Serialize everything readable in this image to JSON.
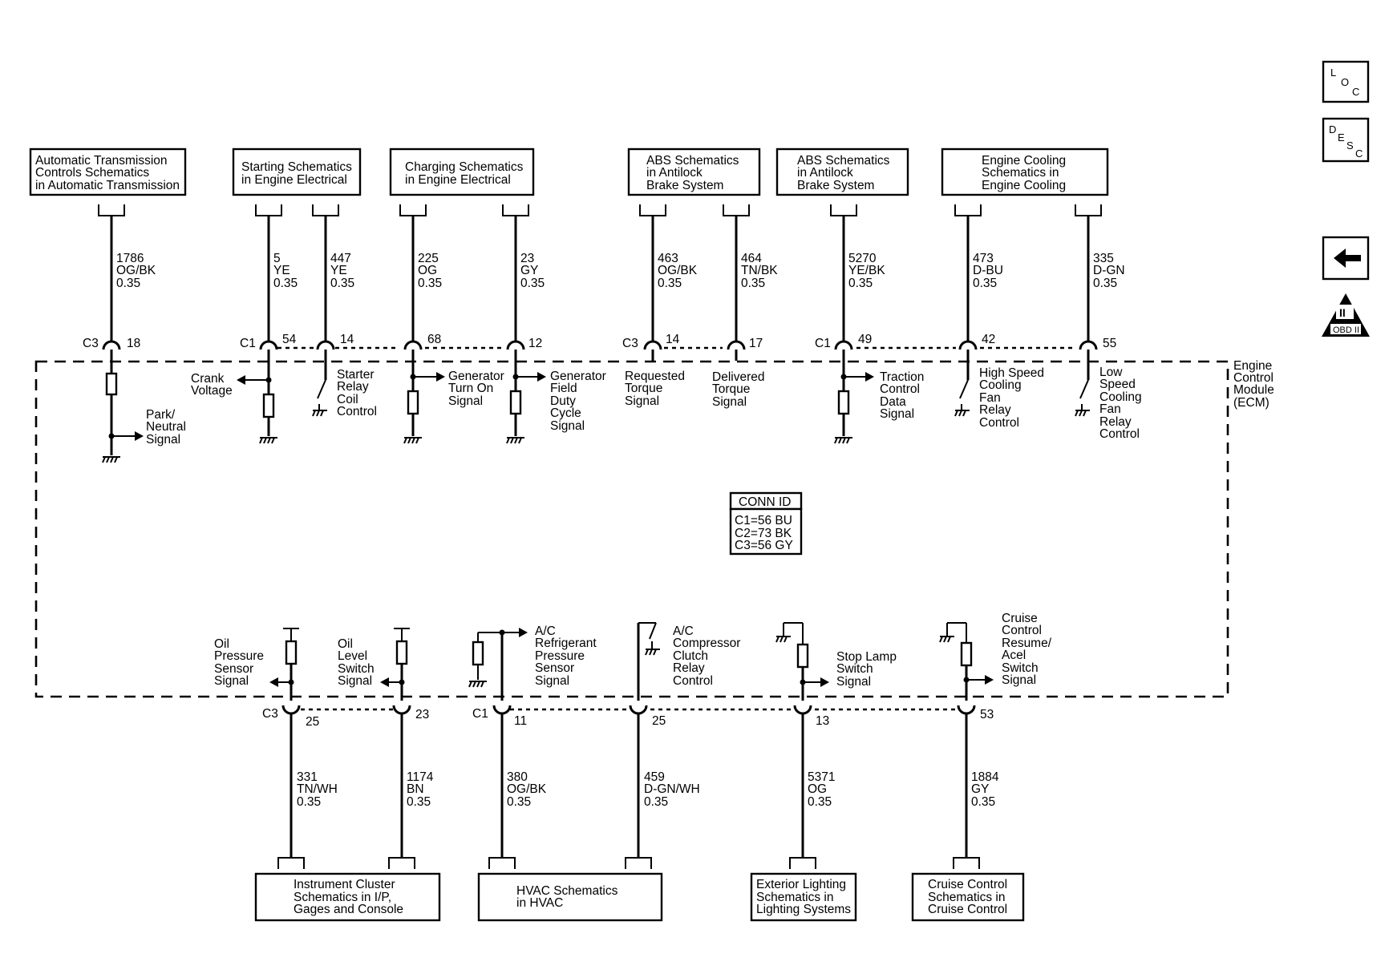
{
  "top_boxes": [
    {
      "id": "atc",
      "lines": [
        "Automatic Transmission",
        "Controls Schematics",
        "in Automatic Transmission"
      ]
    },
    {
      "id": "start",
      "lines": [
        "Starting Schematics",
        "in Engine Electrical"
      ]
    },
    {
      "id": "charge",
      "lines": [
        "Charging Schematics",
        "in Engine Electrical"
      ]
    },
    {
      "id": "abs1",
      "lines": [
        "ABS Schematics",
        "in Antilock",
        "Brake System"
      ]
    },
    {
      "id": "abs2",
      "lines": [
        "ABS Schematics",
        "in Antilock",
        "Brake System"
      ]
    },
    {
      "id": "cool",
      "lines": [
        "Engine Cooling",
        "Schematics in",
        "Engine Cooling"
      ]
    }
  ],
  "bottom_boxes": [
    {
      "id": "ipc",
      "lines": [
        "Instrument Cluster",
        "Schematics in I/P,",
        "Gages and Console"
      ]
    },
    {
      "id": "hvac",
      "lines": [
        "HVAC Schematics",
        "in HVAC"
      ]
    },
    {
      "id": "ext",
      "lines": [
        "Exterior Lighting",
        "Schematics in",
        "Lighting Systems"
      ]
    },
    {
      "id": "cruise",
      "lines": [
        "Cruise Control",
        "Schematics in",
        "Cruise Control"
      ]
    }
  ],
  "top_wires": [
    {
      "circuit": "1786",
      "color": "OG/BK",
      "size": "0.35",
      "connector": "C3",
      "pin": "18"
    },
    {
      "circuit": "5",
      "color": "YE",
      "size": "0.35",
      "connector": "C1",
      "pin": "54"
    },
    {
      "circuit": "447",
      "color": "YE",
      "size": "0.35",
      "connector": "",
      "pin": "14"
    },
    {
      "circuit": "225",
      "color": "OG",
      "size": "0.35",
      "connector": "",
      "pin": "68"
    },
    {
      "circuit": "23",
      "color": "GY",
      "size": "0.35",
      "connector": "",
      "pin": "12"
    },
    {
      "circuit": "463",
      "color": "OG/BK",
      "size": "0.35",
      "connector": "C3",
      "pin": "14"
    },
    {
      "circuit": "464",
      "color": "TN/BK",
      "size": "0.35",
      "connector": "",
      "pin": "17"
    },
    {
      "circuit": "5270",
      "color": "YE/BK",
      "size": "0.35",
      "connector": "C1",
      "pin": "49"
    },
    {
      "circuit": "473",
      "color": "D-BU",
      "size": "0.35",
      "connector": "",
      "pin": "42"
    },
    {
      "circuit": "335",
      "color": "D-GN",
      "size": "0.35",
      "connector": "",
      "pin": "55"
    }
  ],
  "bottom_wires": [
    {
      "circuit": "331",
      "color": "TN/WH",
      "size": "0.35",
      "connector": "C3",
      "pin": "25"
    },
    {
      "circuit": "1174",
      "color": "BN",
      "size": "0.35",
      "connector": "",
      "pin": "23"
    },
    {
      "circuit": "380",
      "color": "OG/BK",
      "size": "0.35",
      "connector": "C1",
      "pin": "11"
    },
    {
      "circuit": "459",
      "color": "D-GN/WH",
      "size": "0.35",
      "connector": "",
      "pin": "25"
    },
    {
      "circuit": "5371",
      "color": "OG",
      "size": "0.35",
      "connector": "",
      "pin": "13"
    },
    {
      "circuit": "1884",
      "color": "GY",
      "size": "0.35",
      "connector": "",
      "pin": "53"
    }
  ],
  "signals_top": [
    {
      "lines": [
        "Park/",
        "Neutral",
        "Signal"
      ]
    },
    {
      "lines": [
        "Crank",
        "Voltage"
      ]
    },
    {
      "lines": [
        "Starter",
        "Relay",
        "Coil",
        "Control"
      ]
    },
    {
      "lines": [
        "Generator",
        "Turn On",
        "Signal"
      ]
    },
    {
      "lines": [
        "Generator",
        "Field",
        "Duty",
        "Cycle",
        "Signal"
      ]
    },
    {
      "lines": [
        "Requested",
        "Torque",
        "Signal"
      ]
    },
    {
      "lines": [
        "Delivered",
        "Torque",
        "Signal"
      ]
    },
    {
      "lines": [
        "Traction",
        "Control",
        "Data",
        "Signal"
      ]
    },
    {
      "lines": [
        "High Speed",
        "Cooling",
        "Fan",
        "Relay",
        "Control"
      ]
    },
    {
      "lines": [
        "Low",
        "Speed",
        "Cooling",
        "Fan",
        "Relay",
        "Control"
      ]
    }
  ],
  "signals_bottom": [
    {
      "lines": [
        "Oil",
        "Pressure",
        "Sensor",
        "Signal"
      ]
    },
    {
      "lines": [
        "Oil",
        "Level",
        "Switch",
        "Signal"
      ]
    },
    {
      "lines": [
        "A/C",
        "Refrigerant",
        "Pressure",
        "Sensor",
        "Signal"
      ]
    },
    {
      "lines": [
        "A/C",
        "Compressor",
        "Clutch",
        "Relay",
        "Control"
      ]
    },
    {
      "lines": [
        "Stop Lamp",
        "Switch",
        "Signal"
      ]
    },
    {
      "lines": [
        "Cruise",
        "Control",
        "Resume/",
        "Acel",
        "Switch",
        "Signal"
      ]
    }
  ],
  "module_label": [
    "Engine",
    "Control",
    "Module",
    "(ECM)"
  ],
  "conn_id": {
    "title": "CONN ID",
    "lines": [
      "C1=56 BU",
      "C2=73 BK",
      "C3=56 GY"
    ]
  },
  "side_icons": {
    "loc": [
      "L",
      "O",
      "C"
    ],
    "desc": [
      "D",
      "E",
      "S",
      "C"
    ],
    "obd": "OBD II",
    "obd_mark": "II"
  }
}
